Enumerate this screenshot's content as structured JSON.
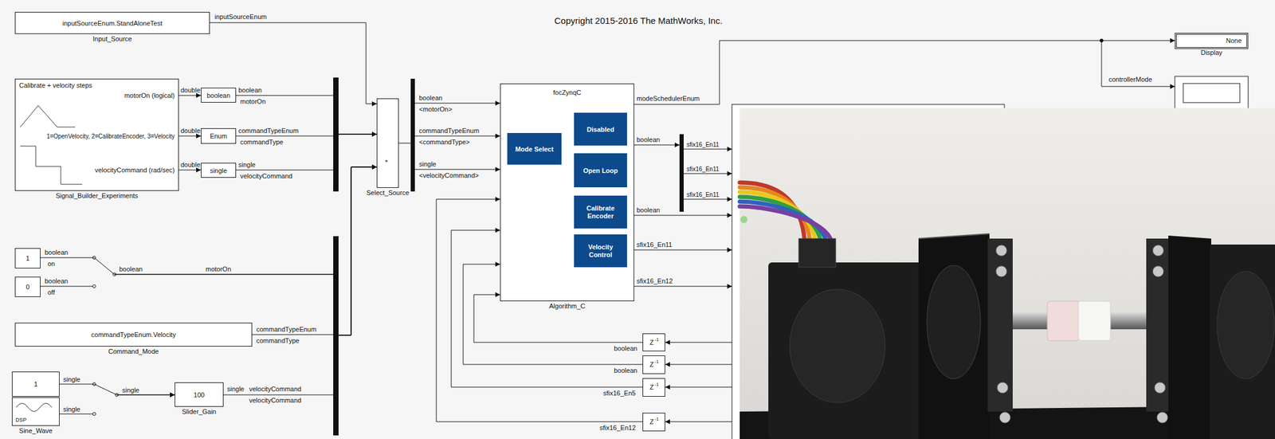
{
  "diagram": {
    "nodes": [
      {
        "text": [
          "inputSourceEnum.StandAloneTest",
          "Input_Source"
        ]
      },
      {
        "text": [
          "Calibrate + velocity steps",
          "motorOn (logical)",
          "1=OpenVelocity, 2=CalibrateEncoder, 3=Velocity",
          "velocityCommand (rad/sec)",
          "Signal_Builder_Experiments"
        ]
      },
      {
        "text": [
          "boolean"
        ]
      },
      {
        "text": [
          "Enum"
        ]
      },
      {
        "text": [
          "single"
        ]
      },
      {
        "text": [
          "1"
        ]
      },
      {
        "text": [
          "0"
        ]
      },
      {
        "text": [
          "commandTypeEnum.Velocity",
          "Command_Mode"
        ]
      },
      {
        "text": [
          "1"
        ]
      },
      {
        "text": [
          "DSP",
          "Sine_Wave"
        ]
      },
      {
        "text": [
          "100",
          "Slider_Gain"
        ]
      },
      {
        "text": [
          "*",
          "Select_Source"
        ]
      },
      {
        "text": [
          "focZynqC",
          "Algorithm_C"
        ]
      },
      {
        "text": [
          "Mode Select"
        ],
        "in": 12
      },
      {
        "text": [
          "Disabled"
        ],
        "in": 12
      },
      {
        "text": [
          "Open Loop"
        ],
        "in": 12
      },
      {
        "text": [
          "Calibrate Encoder"
        ],
        "in": 12
      },
      {
        "text": [
          "Velocity Control"
        ],
        "in": 12
      },
      {
        "text": [
          "None",
          "Display"
        ]
      },
      {
        "text": [
          "Z",
          "-1"
        ]
      },
      {
        "text": [
          "Z",
          "-1"
        ]
      },
      {
        "text": [
          "Z",
          "-1"
        ]
      },
      {
        "text": [
          "Z",
          "-1"
        ]
      }
    ],
    "edges": [
      {
        "from": 0,
        "to": 11,
        "arrow": "to"
      },
      {
        "from": 1,
        "to": 2,
        "arrow": "to"
      },
      {
        "from": 1,
        "to": 3,
        "arrow": "to"
      },
      {
        "from": 1,
        "to": 4,
        "arrow": "to"
      },
      {
        "from": 2,
        "to": 11,
        "arrow": "to"
      },
      {
        "from": 3,
        "to": 11,
        "arrow": "to"
      },
      {
        "from": 4,
        "to": 11,
        "arrow": "to"
      },
      {
        "from": 5,
        "to": 11,
        "arrow": "to"
      },
      {
        "from": 6,
        "to": 11,
        "arrow": "to"
      },
      {
        "from": 7,
        "to": 11,
        "arrow": "to"
      },
      {
        "from": 8,
        "to": 10,
        "arrow": "to"
      },
      {
        "from": 9,
        "to": 10,
        "arrow": "to"
      },
      {
        "from": 10,
        "to": 11,
        "arrow": "to"
      },
      {
        "from": 11,
        "to": 12,
        "arrow": "to"
      },
      {
        "from": 12,
        "to": 18,
        "arrow": "to"
      },
      {
        "from": 13,
        "to": 14,
        "arrow": "none"
      },
      {
        "from": 13,
        "to": 15,
        "arrow": "none"
      },
      {
        "from": 13,
        "to": 16,
        "arrow": "none"
      },
      {
        "from": 13,
        "to": 17,
        "arrow": "none"
      },
      {
        "from": 19,
        "to": 12,
        "arrow": "to"
      },
      {
        "from": 20,
        "to": 12,
        "arrow": "to"
      },
      {
        "from": 21,
        "to": 12,
        "arrow": "to"
      },
      {
        "from": 22,
        "to": 12,
        "arrow": "to"
      }
    ],
    "labels": [
      "Copyright 2015-2016 The MathWorks, Inc.",
      "inputSourceEnum",
      "double",
      "double",
      "double",
      "boolean",
      "motorOn",
      "commandTypeEnum",
      "commandType",
      "single",
      "velocityCommand",
      "boolean",
      "<motorOn>",
      "commandTypeEnum",
      "<commandType>",
      "single",
      "<velocityCommand>",
      "modeSchedulerEnum",
      "boolean",
      "sfix16_En11",
      "sfix16_En11",
      "sfix16_En11",
      "boolean",
      "sfix16_En11",
      "sfix16_En12",
      "controllerMode",
      "boolean",
      "on",
      "boolean",
      "off",
      "boolean",
      "motorOn",
      "commandTypeEnum",
      "commandType",
      "single",
      "single",
      "single",
      "single",
      "velocityCommand",
      "velocityCommand",
      "boolean",
      "boolean",
      "sfix16_En5",
      "sfix16_En12"
    ]
  }
}
